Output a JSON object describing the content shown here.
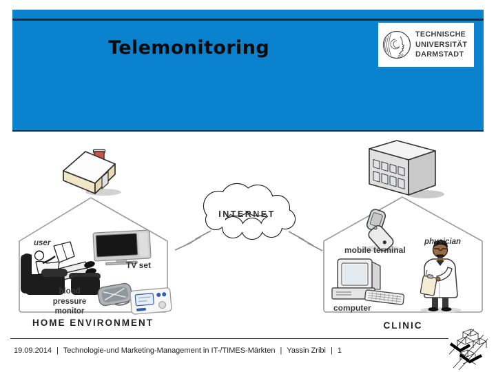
{
  "header": {
    "title": "Telemonitoring"
  },
  "university_logo": {
    "line1": "TECHNISCHE",
    "line2": "UNIVERSITÄT",
    "line3": "DARMSTADT"
  },
  "diagram": {
    "internet_label": "INTERNET",
    "home": {
      "caption": "HOME ENVIRONMENT",
      "user_label": "user",
      "tv_label": "TV set",
      "bp_label": "blood pressure monitor"
    },
    "clinic": {
      "caption": "CLINIC",
      "mobile_label": "mobile terminal",
      "physician_label": "physician",
      "computer_label": "computer"
    },
    "icons": {
      "house-icon": "3d house with red chimney",
      "clinic-building-icon": "3d office building",
      "internet-cloud-icon": "outlined cloud",
      "lightning-connector-icon": "zigzag bolt link",
      "user-in-armchair-icon": "person reading in armchair with feet on ottoman",
      "tv-icon": "flatscreen tv",
      "blood-pressure-monitor-icon": "cuff and monitor device",
      "flip-phone-icon": "open flip phone",
      "desktop-computer-icon": "crt computer with keyboard",
      "physician-icon": "doctor in white coat with clipboard",
      "athene-head-icon": "TU Darmstadt Athene emblem",
      "tu-footer-mark-icon": "wireframe cube sculpture"
    }
  },
  "footer": {
    "date": "19.09.2014",
    "separator": "|",
    "course": "Technologie-und Marketing-Management in IT-/TIMES-Märkten",
    "author": "Yassin Zribi",
    "slide_number": "1"
  },
  "colors": {
    "header_blue": "#0a82cd",
    "header_divider_navy": "#153049",
    "chimney_red": "#cc5148",
    "bp_device_blue": "#2f5fa8",
    "outline_gray": "#9b9b9b"
  }
}
